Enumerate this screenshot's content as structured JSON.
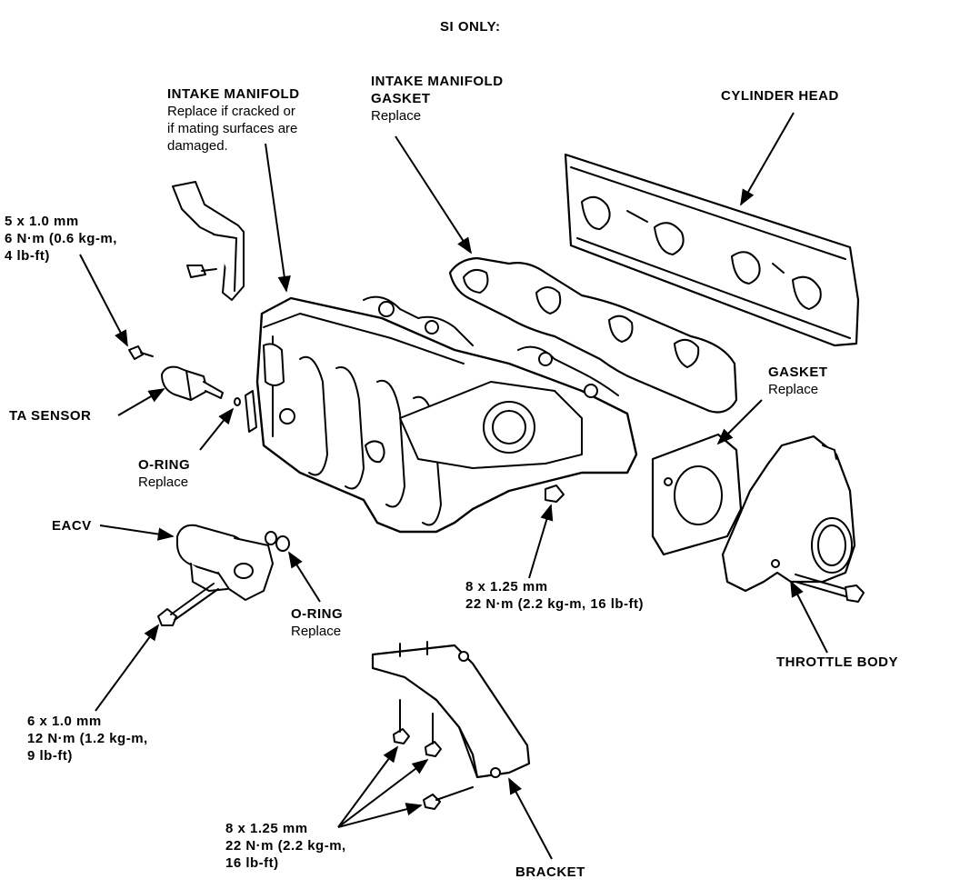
{
  "title": "SI ONLY:",
  "labels": {
    "intake_manifold": {
      "name": "INTAKE MANIFOLD",
      "note1": "Replace if cracked or",
      "note2": "if mating surfaces are",
      "note3": "damaged."
    },
    "intake_gasket": {
      "name1": "INTAKE MANIFOLD",
      "name2": "GASKET",
      "note": "Replace"
    },
    "cylinder_head": {
      "name": "CYLINDER HEAD"
    },
    "bolt_5x1": {
      "size": "5 x 1.0 mm",
      "torque1": "6 N·m (0.6 kg-m,",
      "torque2": "4 lb-ft)"
    },
    "ta_sensor": {
      "name": "TA SENSOR"
    },
    "o_ring_1": {
      "name": "O-RING",
      "note": "Replace"
    },
    "eacv": {
      "name": "EACV"
    },
    "o_ring_2": {
      "name": "O-RING",
      "note": "Replace"
    },
    "gasket": {
      "name": "GASKET",
      "note": "Replace"
    },
    "nut_8x125": {
      "size": "8 x 1.25 mm",
      "torque": "22 N·m (2.2 kg-m, 16 lb-ft)"
    },
    "throttle_body": {
      "name": "THROTTLE BODY"
    },
    "bolt_6x1": {
      "size": "6 x 1.0 mm",
      "torque1": "12 N·m (1.2 kg-m,",
      "torque2": "9 lb-ft)"
    },
    "bolt_8x125_bracket": {
      "size": "8 x 1.25 mm",
      "torque1": "22 N·m (2.2 kg-m,",
      "torque2": "16 lb-ft)"
    },
    "bracket": {
      "name": "BRACKET"
    }
  }
}
